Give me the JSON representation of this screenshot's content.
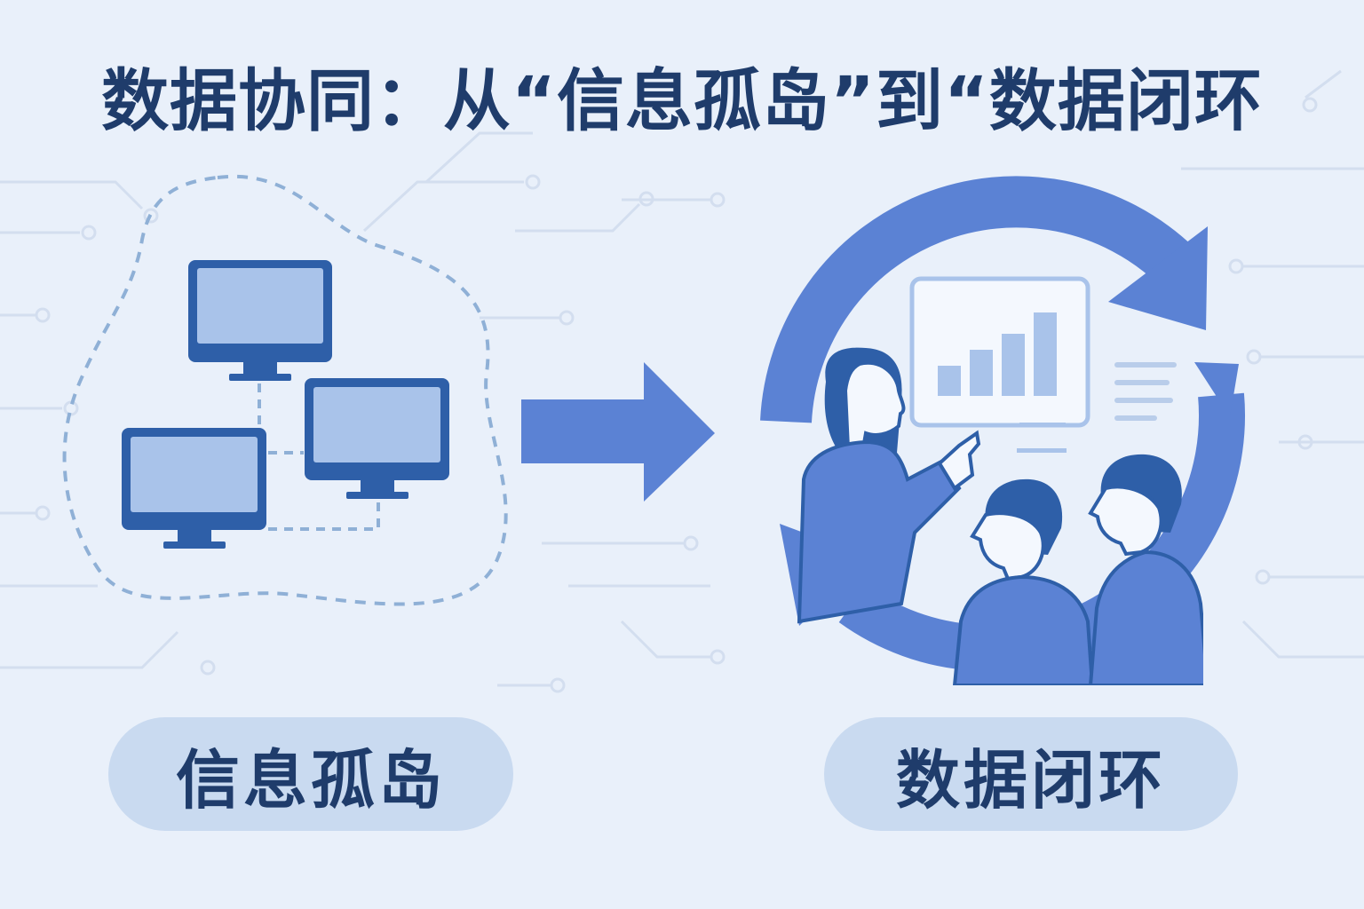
{
  "header": {
    "title": "数据协同：从“信息孤岛”到“数据闭环"
  },
  "labels": {
    "left": "信息孤岛",
    "right": "数据闭环"
  },
  "icons": {
    "isolated_group": "computer-monitor-icon",
    "transition": "arrow-right-icon",
    "cycle": "circular-arrows-icon",
    "dashboard": "bar-chart-icon",
    "people": "person-icon"
  },
  "colors": {
    "background": "#e9f0fa",
    "primary": "#5b82d4",
    "dark": "#2a5aa8",
    "text": "#1f3c6b",
    "pill": "#c9daf0"
  }
}
